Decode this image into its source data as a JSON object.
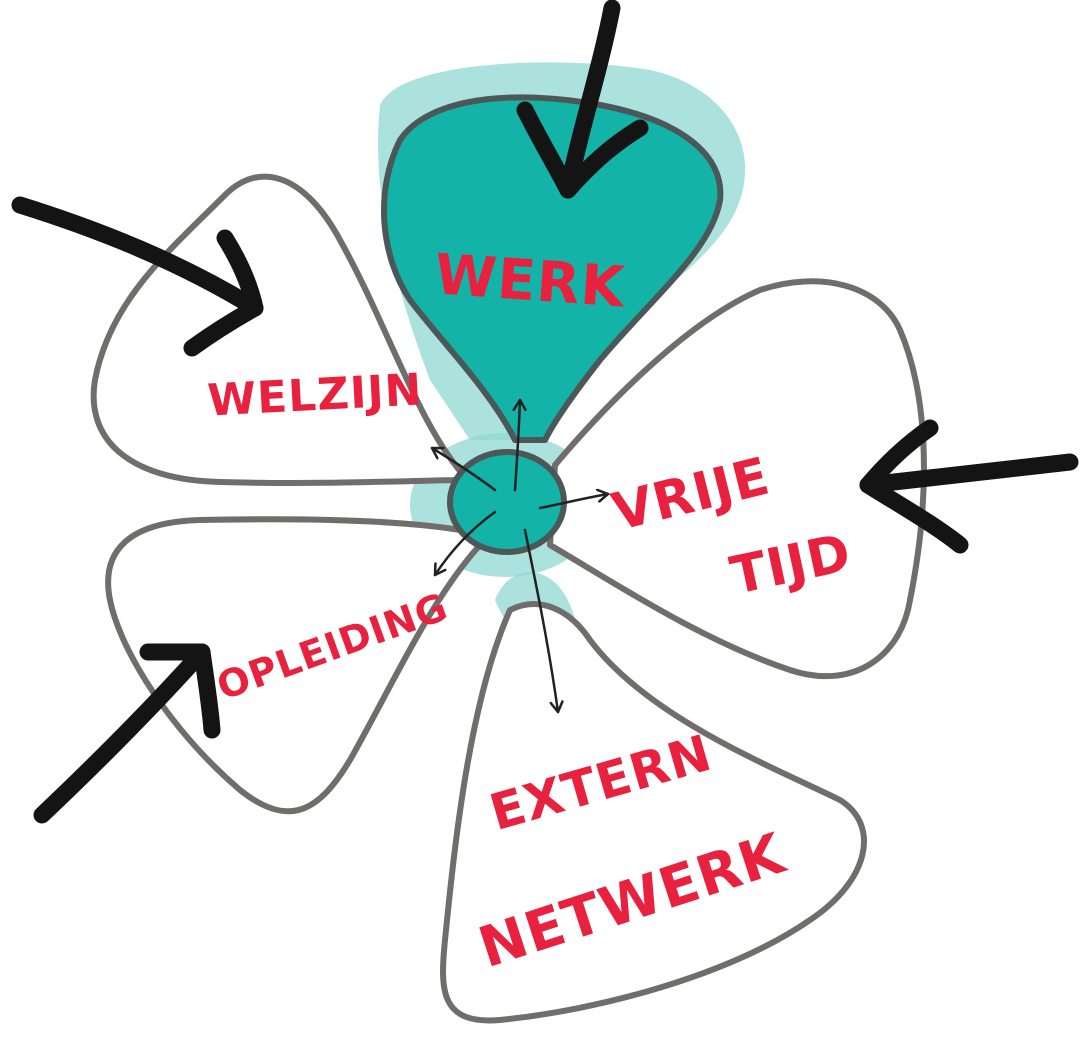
{
  "colors": {
    "active_fill": "#13b3a8",
    "active_wash": "#8fd8d2",
    "label": "#e8213f"
  },
  "petals": {
    "werk": {
      "label": "WERK",
      "active": true
    },
    "welzijn": {
      "label": "WELZIJN",
      "active": false
    },
    "vrije_tijd": {
      "line1": "VRIJE",
      "line2": "TIJD",
      "active": false
    },
    "opleiding": {
      "label": "OPLEIDING",
      "active": false
    },
    "extern_netwerk": {
      "line1": "EXTERN",
      "line2": "NETWERK",
      "active": false
    }
  },
  "arrows": {
    "incoming": [
      "werk",
      "welzijn",
      "vrije_tijd",
      "opleiding"
    ],
    "outgoing_from_hub": [
      "werk",
      "welzijn",
      "vrije_tijd",
      "opleiding",
      "extern_netwerk"
    ]
  }
}
